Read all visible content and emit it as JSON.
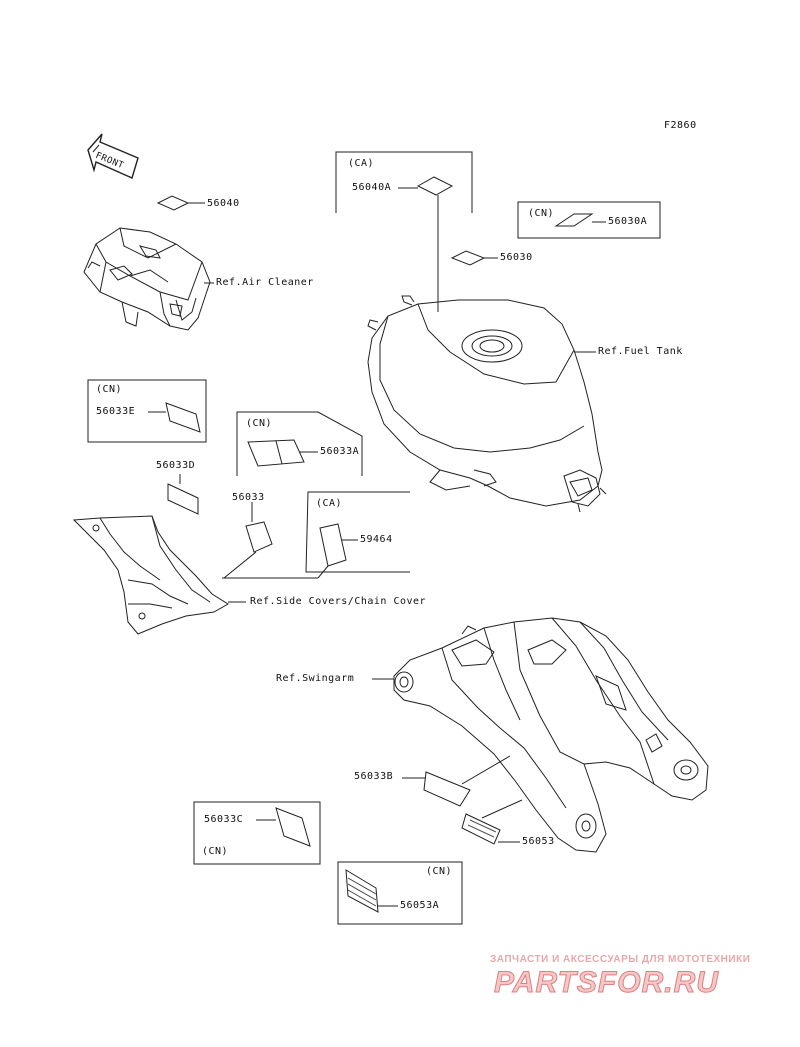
{
  "figure_code": "F2860",
  "front_label": "FRONT",
  "parts": {
    "p56040": "56040",
    "p56040A": "56040A",
    "p56030A": "56030A",
    "p56030": "56030",
    "p56033E": "56033E",
    "p56033A": "56033A",
    "p56033D": "56033D",
    "p56033": "56033",
    "p59464": "59464",
    "p56033B": "56033B",
    "p56033C": "56033C",
    "p56053": "56053",
    "p56053A": "56053A"
  },
  "region_tags": {
    "ca_tank": "(CA)",
    "cn_tank": "(CN)",
    "cn_e": "(CN)",
    "cn_a": "(CN)",
    "ca_side": "(CA)",
    "cn_c": "(CN)",
    "cn_53a": "(CN)"
  },
  "references": {
    "air_cleaner": "Ref.Air Cleaner",
    "fuel_tank": "Ref.Fuel Tank",
    "side_covers": "Ref.Side Covers/Chain Cover",
    "swingarm": "Ref.Swingarm"
  },
  "watermark": {
    "tagline": "ЗАПЧАСТИ И АКСЕССУАРЫ ДЛЯ МОТОТЕХНИКИ",
    "brand": "PARTSFOR.RU",
    "color": "#e07f7f"
  }
}
